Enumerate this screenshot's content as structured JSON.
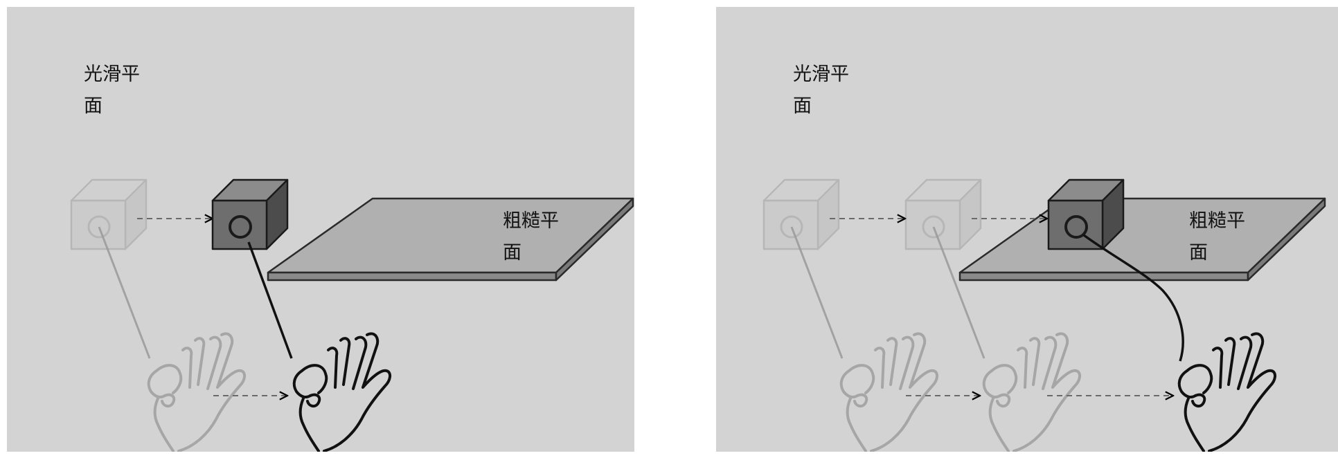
{
  "left_panel": {
    "smooth_label": "光滑平面",
    "rough_label": "粗糙平面"
  },
  "right_panel": {
    "smooth_label": "光滑平面",
    "rough_label": "粗糙平面"
  }
}
